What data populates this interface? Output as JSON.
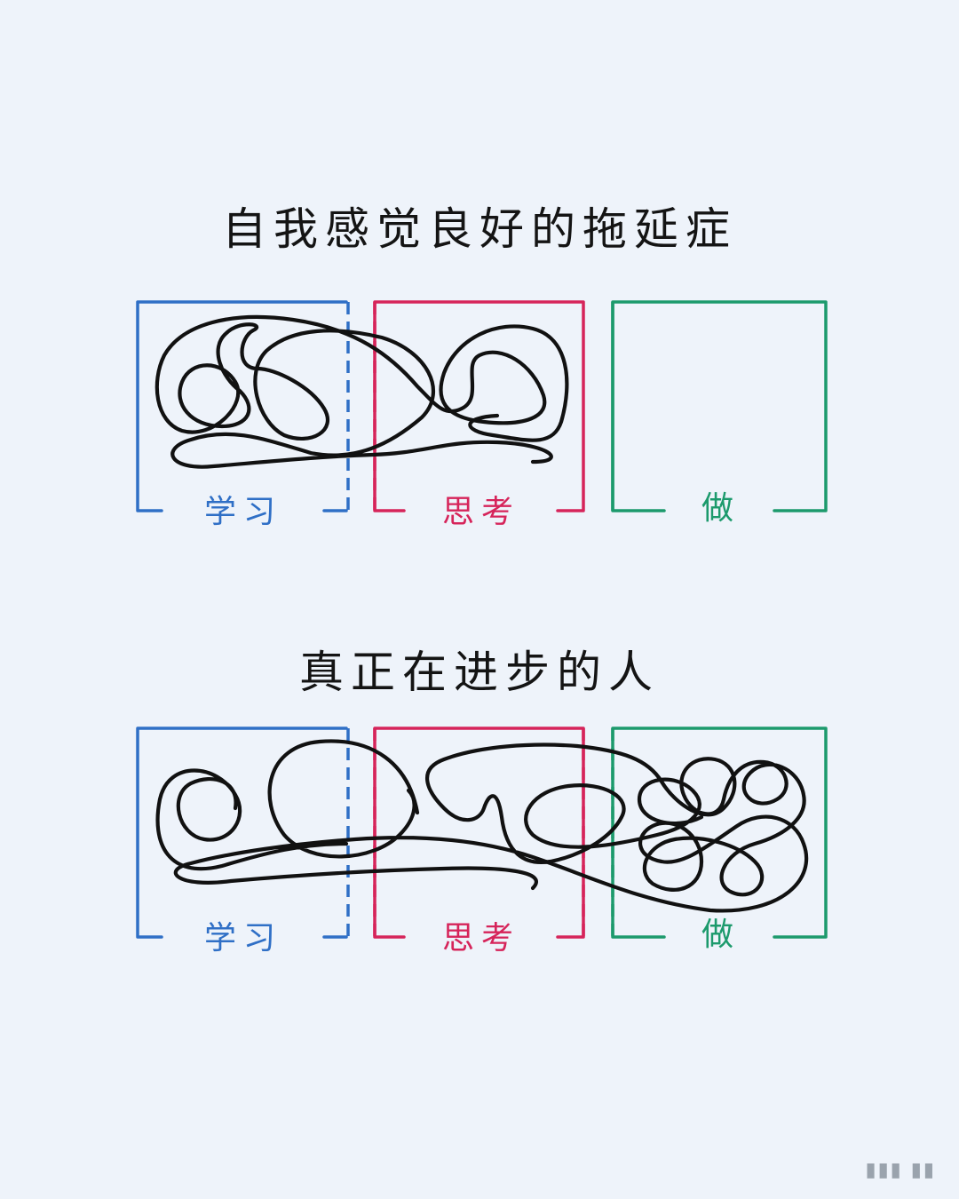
{
  "titles": {
    "procrastination": "自我感觉良好的拖延症",
    "real_progress": "真正在进步的人"
  },
  "labels": {
    "learn": "学习",
    "think": "思考",
    "do": "做"
  },
  "colors": {
    "learn": "#2f6fc6",
    "think": "#d6245a",
    "do": "#1c9a6c",
    "line": "#111111",
    "background": "#eef3fa"
  },
  "icons": {
    "corner": "watermark-bars-icon"
  }
}
